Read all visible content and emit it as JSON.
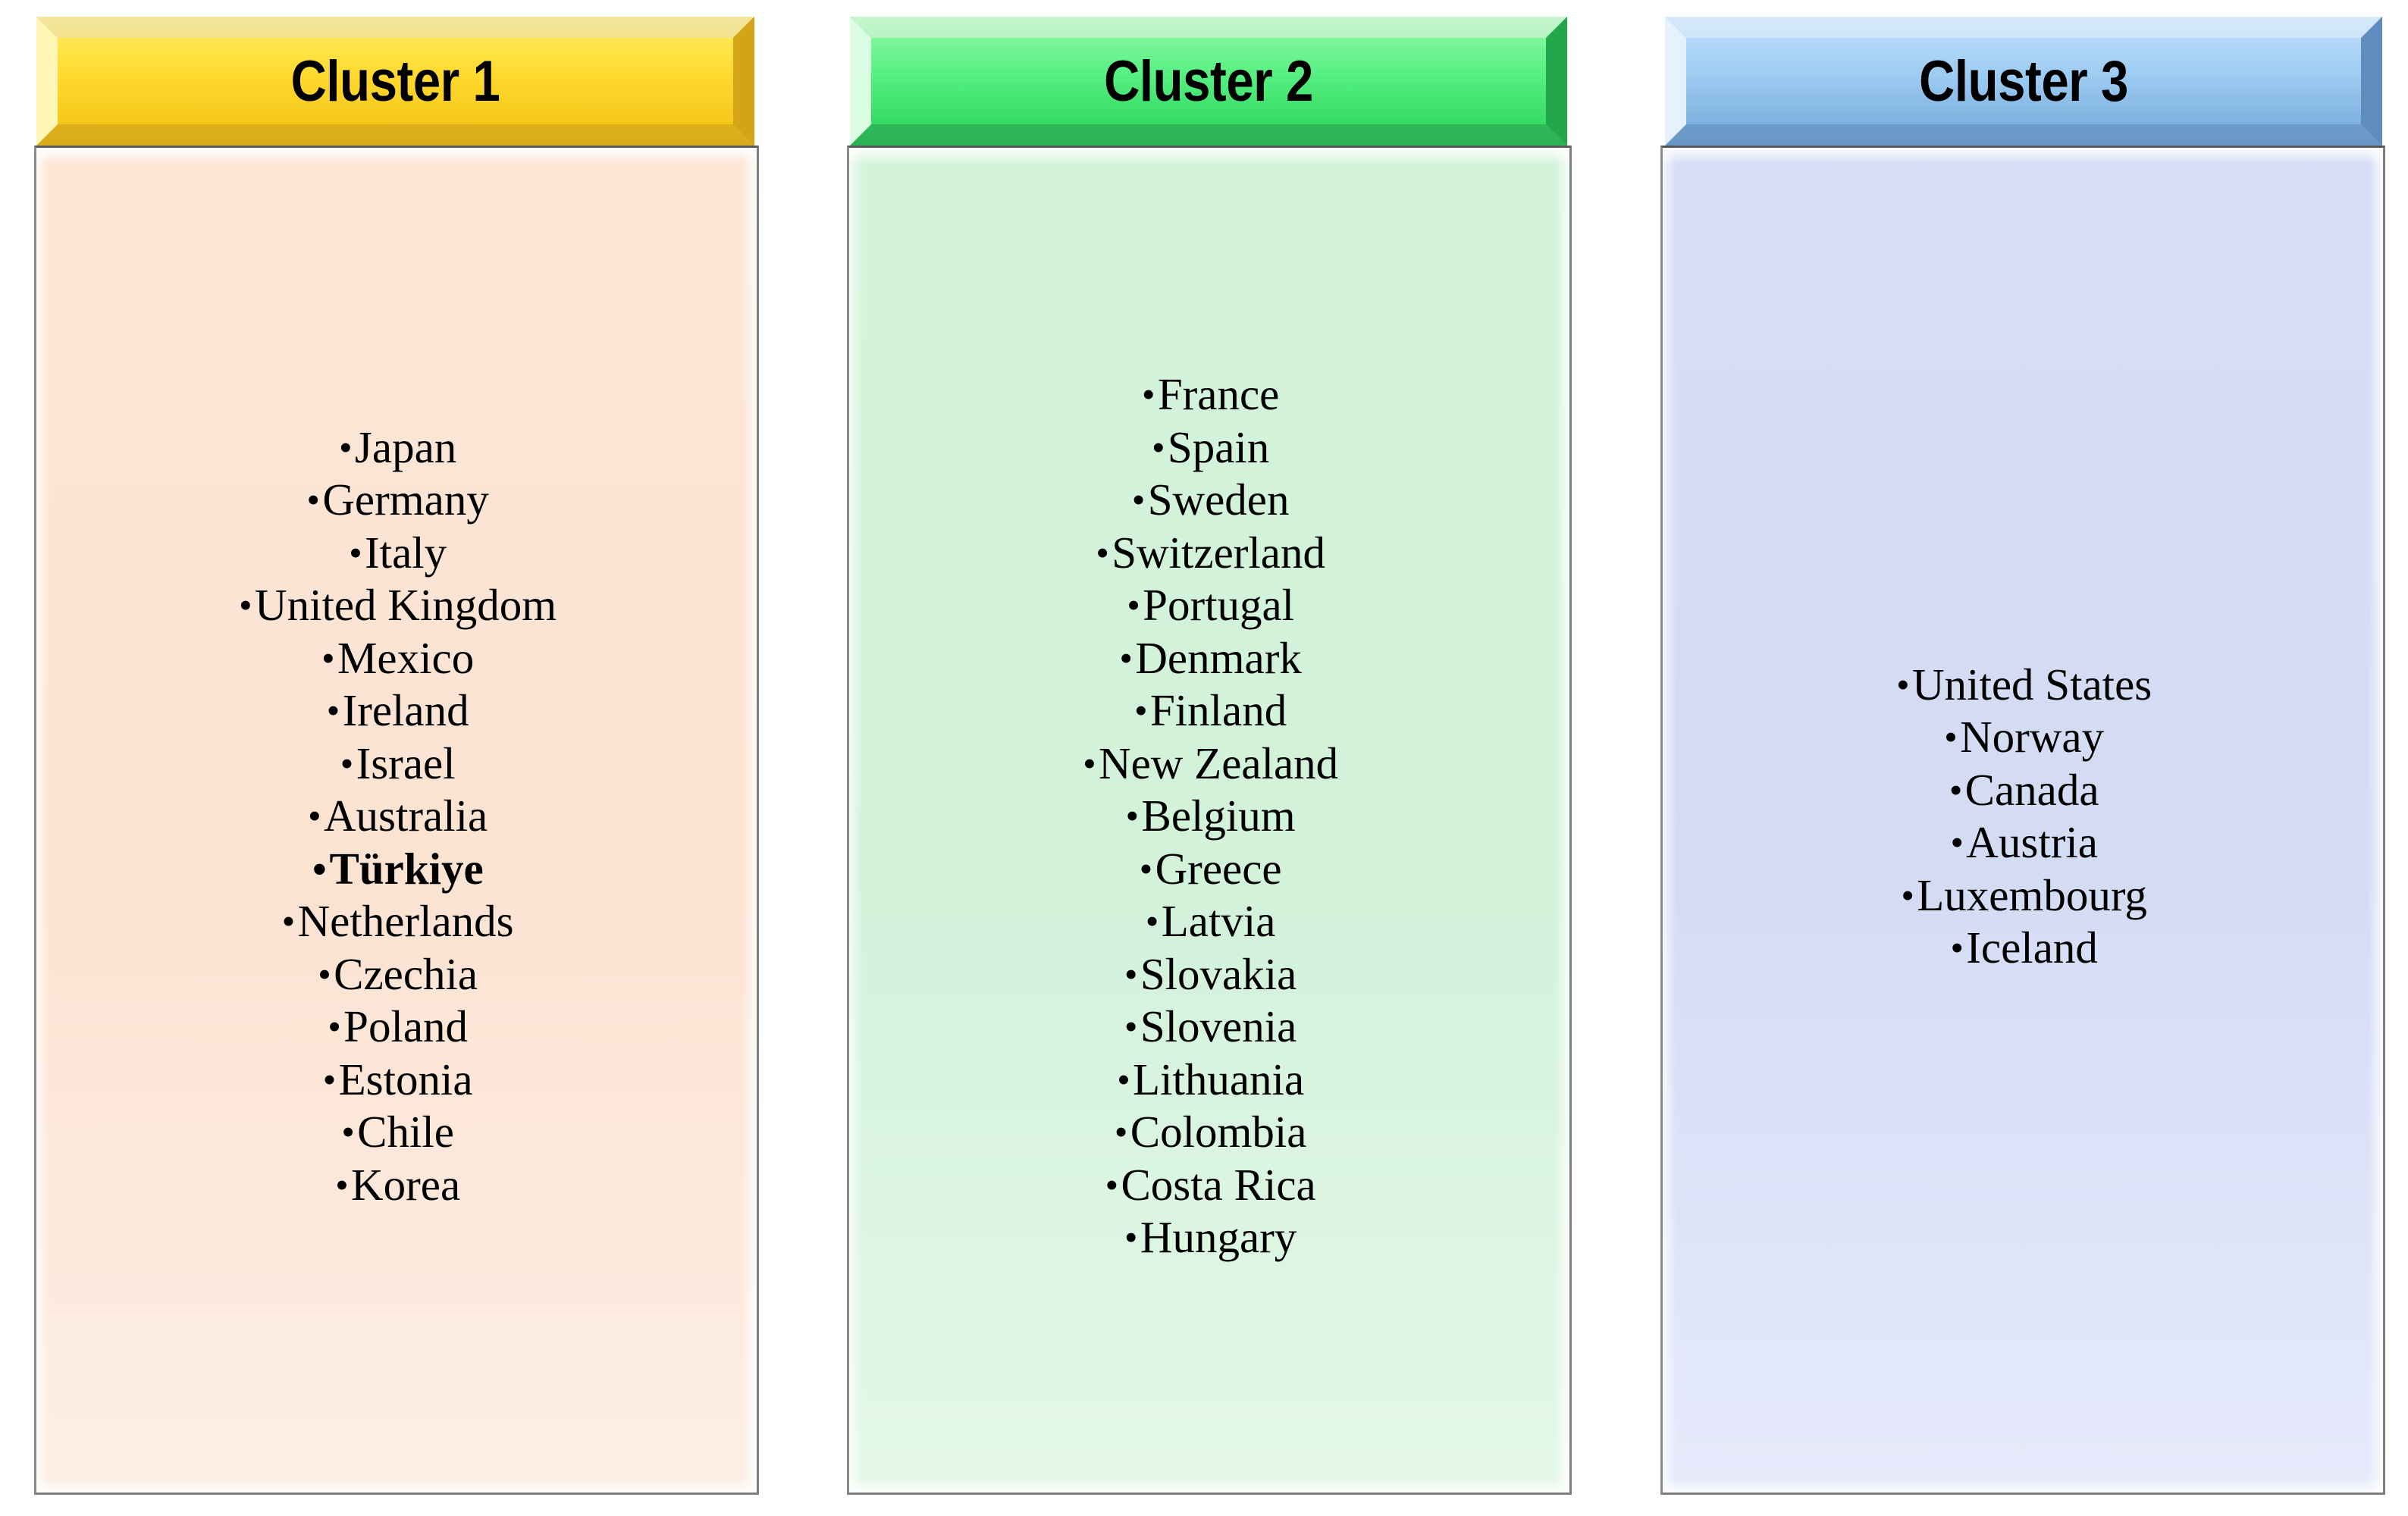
{
  "clusters": [
    {
      "id": "cluster-1",
      "title": "Cluster 1",
      "header_color": "#ffd92e",
      "body_color": "#fbe3d2",
      "items": [
        {
          "label": "Japan",
          "bold": false
        },
        {
          "label": "Germany",
          "bold": false
        },
        {
          "label": "Italy",
          "bold": false
        },
        {
          "label": "United Kingdom",
          "bold": false
        },
        {
          "label": "Mexico",
          "bold": false
        },
        {
          "label": "Ireland",
          "bold": false
        },
        {
          "label": "Israel",
          "bold": false
        },
        {
          "label": "Australia",
          "bold": false
        },
        {
          "label": "Türkiye",
          "bold": true
        },
        {
          "label": "Netherlands",
          "bold": false
        },
        {
          "label": "Czechia",
          "bold": false
        },
        {
          "label": "Poland",
          "bold": false
        },
        {
          "label": "Estonia",
          "bold": false
        },
        {
          "label": "Chile",
          "bold": false
        },
        {
          "label": "Korea",
          "bold": false
        }
      ]
    },
    {
      "id": "cluster-2",
      "title": "Cluster 2",
      "header_color": "#54ef80",
      "body_color": "#d2f2da",
      "items": [
        {
          "label": "France",
          "bold": false
        },
        {
          "label": "Spain",
          "bold": false
        },
        {
          "label": "Sweden",
          "bold": false
        },
        {
          "label": "Switzerland",
          "bold": false
        },
        {
          "label": "Portugal",
          "bold": false
        },
        {
          "label": "Denmark",
          "bold": false
        },
        {
          "label": "Finland",
          "bold": false
        },
        {
          "label": "New Zealand",
          "bold": false
        },
        {
          "label": "Belgium",
          "bold": false
        },
        {
          "label": "Greece",
          "bold": false
        },
        {
          "label": "Latvia",
          "bold": false
        },
        {
          "label": "Slovakia",
          "bold": false
        },
        {
          "label": "Slovenia",
          "bold": false
        },
        {
          "label": "Lithuania",
          "bold": false
        },
        {
          "label": "Colombia",
          "bold": false
        },
        {
          "label": "Costa Rica",
          "bold": false
        },
        {
          "label": "Hungary",
          "bold": false
        }
      ]
    },
    {
      "id": "cluster-3",
      "title": "Cluster 3",
      "header_color": "#9ccbf2",
      "body_color": "#d4dcf4",
      "items": [
        {
          "label": "United States",
          "bold": false
        },
        {
          "label": "Norway",
          "bold": false
        },
        {
          "label": "Canada",
          "bold": false
        },
        {
          "label": "Austria",
          "bold": false
        },
        {
          "label": "Luxembourg",
          "bold": false
        },
        {
          "label": "Iceland",
          "bold": false
        }
      ]
    }
  ],
  "bullet_glyph": "•"
}
